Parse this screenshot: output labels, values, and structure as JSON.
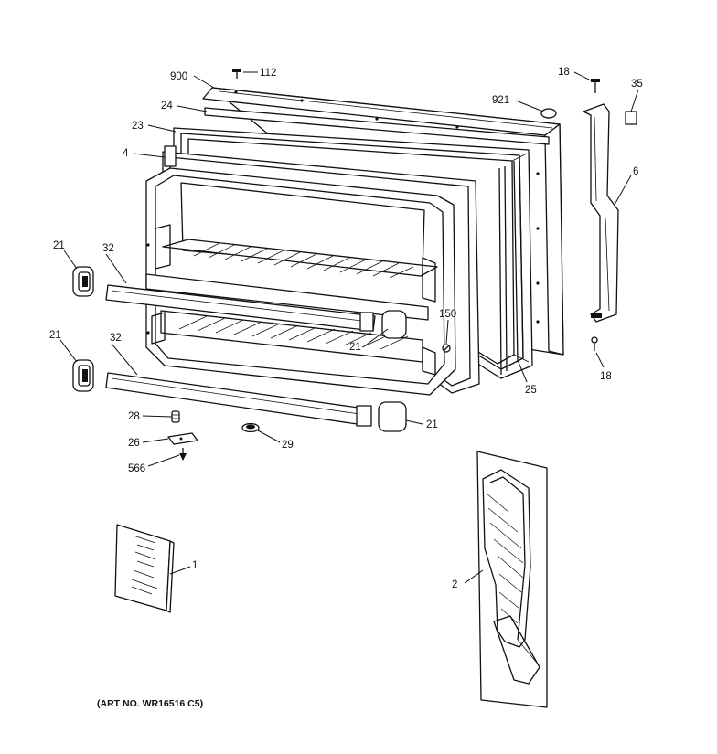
{
  "callouts": {
    "c900": "900",
    "c112": "112",
    "c24": "24",
    "c23": "23",
    "c4": "4",
    "c921": "921",
    "c18_top": "18",
    "c35": "35",
    "c6": "6",
    "c21_a": "21",
    "c32_a": "32",
    "c21_b": "21",
    "c32_b": "32",
    "c21_c": "21",
    "c150": "150",
    "c25": "25",
    "c18_bottom": "18",
    "c28": "28",
    "c26": "26",
    "c566": "566",
    "c29": "29",
    "c21_d": "21",
    "c1": "1",
    "c2": "2"
  },
  "caption": "(ART NO. WR16516 C5)"
}
